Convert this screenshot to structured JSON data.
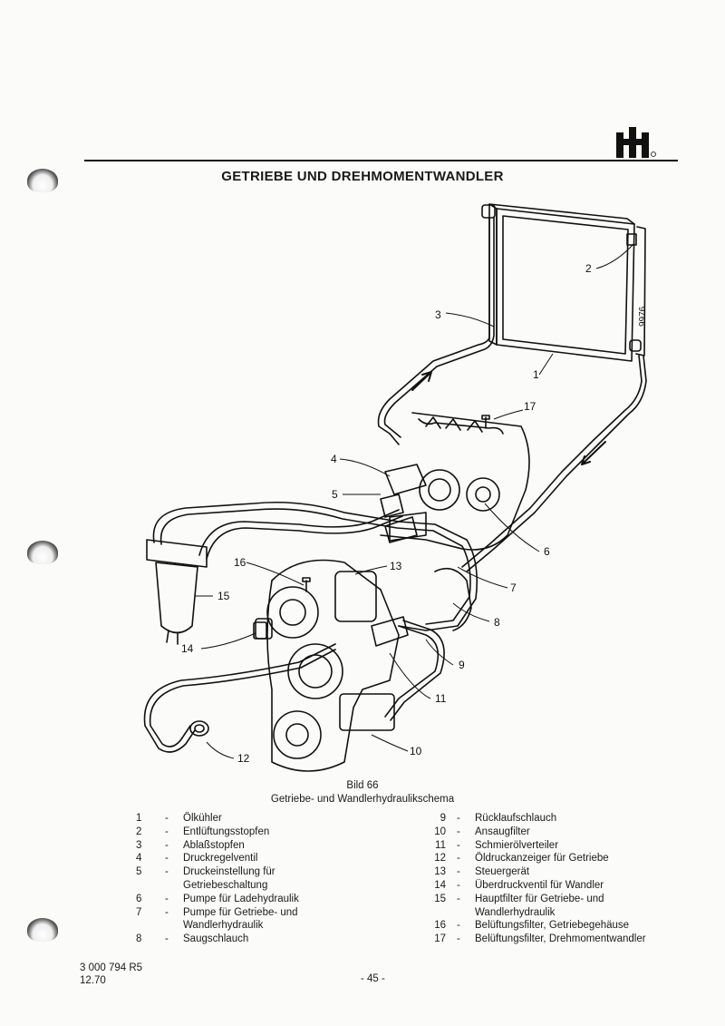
{
  "title": "GETRIEBE UND DREHMOMENTWANDLER",
  "logo_text": "IH",
  "callouts": [
    "1",
    "2",
    "3",
    "4",
    "5",
    "6",
    "7",
    "8",
    "9",
    "10",
    "11",
    "12",
    "13",
    "14",
    "15",
    "16",
    "17"
  ],
  "drawing_code": "9976.",
  "figure": {
    "label": "Bild 66",
    "caption": "Getriebe- und Wandlerhydraulikschema"
  },
  "legend_left": [
    {
      "n": "1",
      "t": "Ölkühler"
    },
    {
      "n": "2",
      "t": "Entlüftungsstopfen"
    },
    {
      "n": "3",
      "t": "Ablaßstopfen"
    },
    {
      "n": "4",
      "t": "Druckregelventil"
    },
    {
      "n": "5",
      "t": "Druckeinstellung für"
    },
    {
      "n": "",
      "t": "Getriebeschaltung"
    },
    {
      "n": "6",
      "t": "Pumpe für Ladehydraulik"
    },
    {
      "n": "7",
      "t": "Pumpe für Getriebe- und"
    },
    {
      "n": "",
      "t": "Wandlerhydraulik"
    },
    {
      "n": "8",
      "t": "Saugschlauch"
    }
  ],
  "legend_right": [
    {
      "n": "9",
      "t": "Rücklaufschlauch"
    },
    {
      "n": "10",
      "t": "Ansaugfilter"
    },
    {
      "n": "11",
      "t": "Schmierölverteiler"
    },
    {
      "n": "12",
      "t": "Öldruckanzeiger für Getriebe"
    },
    {
      "n": "13",
      "t": "Steuergerät"
    },
    {
      "n": "14",
      "t": "Überdruckventil für Wandler"
    },
    {
      "n": "15",
      "t": "Hauptfilter für Getriebe- und"
    },
    {
      "n": "",
      "t": "Wandlerhydraulik"
    },
    {
      "n": "16",
      "t": "Belüftungsfilter, Getriebegehäuse"
    },
    {
      "n": "17",
      "t": "Belüftungsfilter, Drehmomentwandler"
    }
  ],
  "footer": {
    "doc_number": "3 000 794 R5",
    "date": "12.70",
    "page": "- 45 -"
  }
}
